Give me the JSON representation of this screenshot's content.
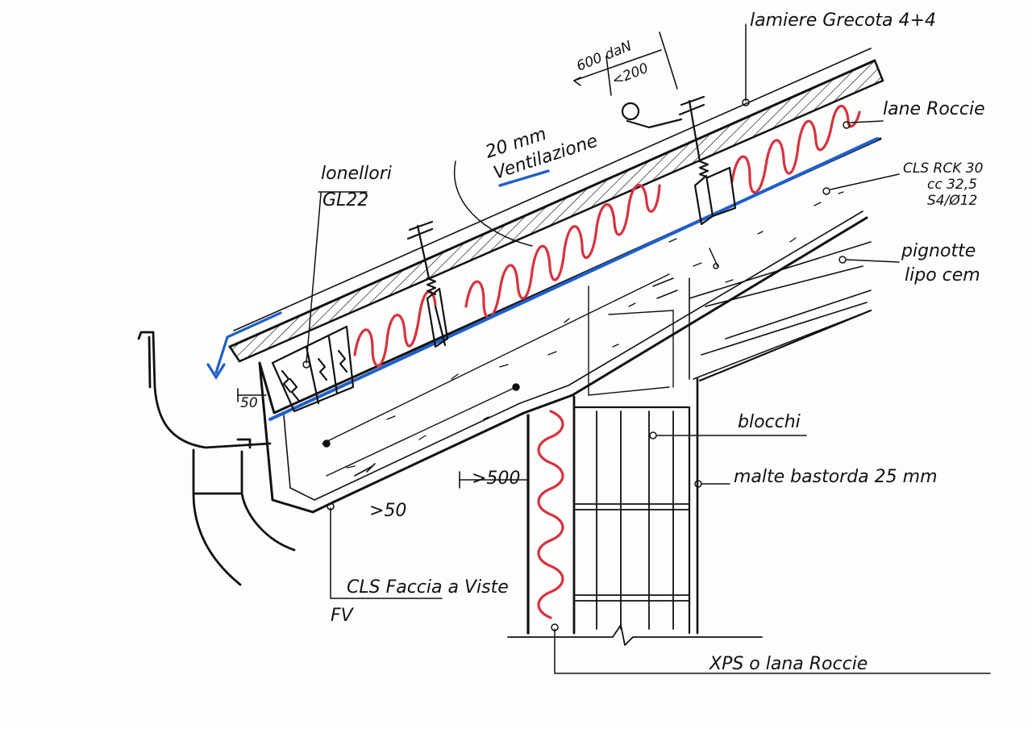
{
  "colors": {
    "ink": "#111111",
    "insulation": "#d6333f",
    "membrane": "#1f5fc8",
    "paper": "#fdfdfc"
  },
  "labels": {
    "roof_sheet": "lamiere Grecota 4+4",
    "rock_wool_top": "lane Roccie",
    "concrete_1": "CLS RCK 30",
    "concrete_2": "cc 32,5",
    "concrete_3": "S4/Ø12",
    "battens_1": "lonellori",
    "battens_2": "GL22",
    "vent_1": "20 mm",
    "vent_2": "Ventilazione",
    "load": "600 daN",
    "spacing": "<200",
    "slabs_1": "pignotte",
    "slabs_2": "lipo cem",
    "blocks": "blocchi",
    "mortar": "malte bastorda 25 mm",
    "fascia_1": "CLS Faccia a Viste",
    "fascia_2": "FV",
    "wall_insulation": "XPS o lana Roccie",
    "dim_50_edge": "50",
    "dim_500": ">500",
    "dim_50_bottom": ">50"
  }
}
